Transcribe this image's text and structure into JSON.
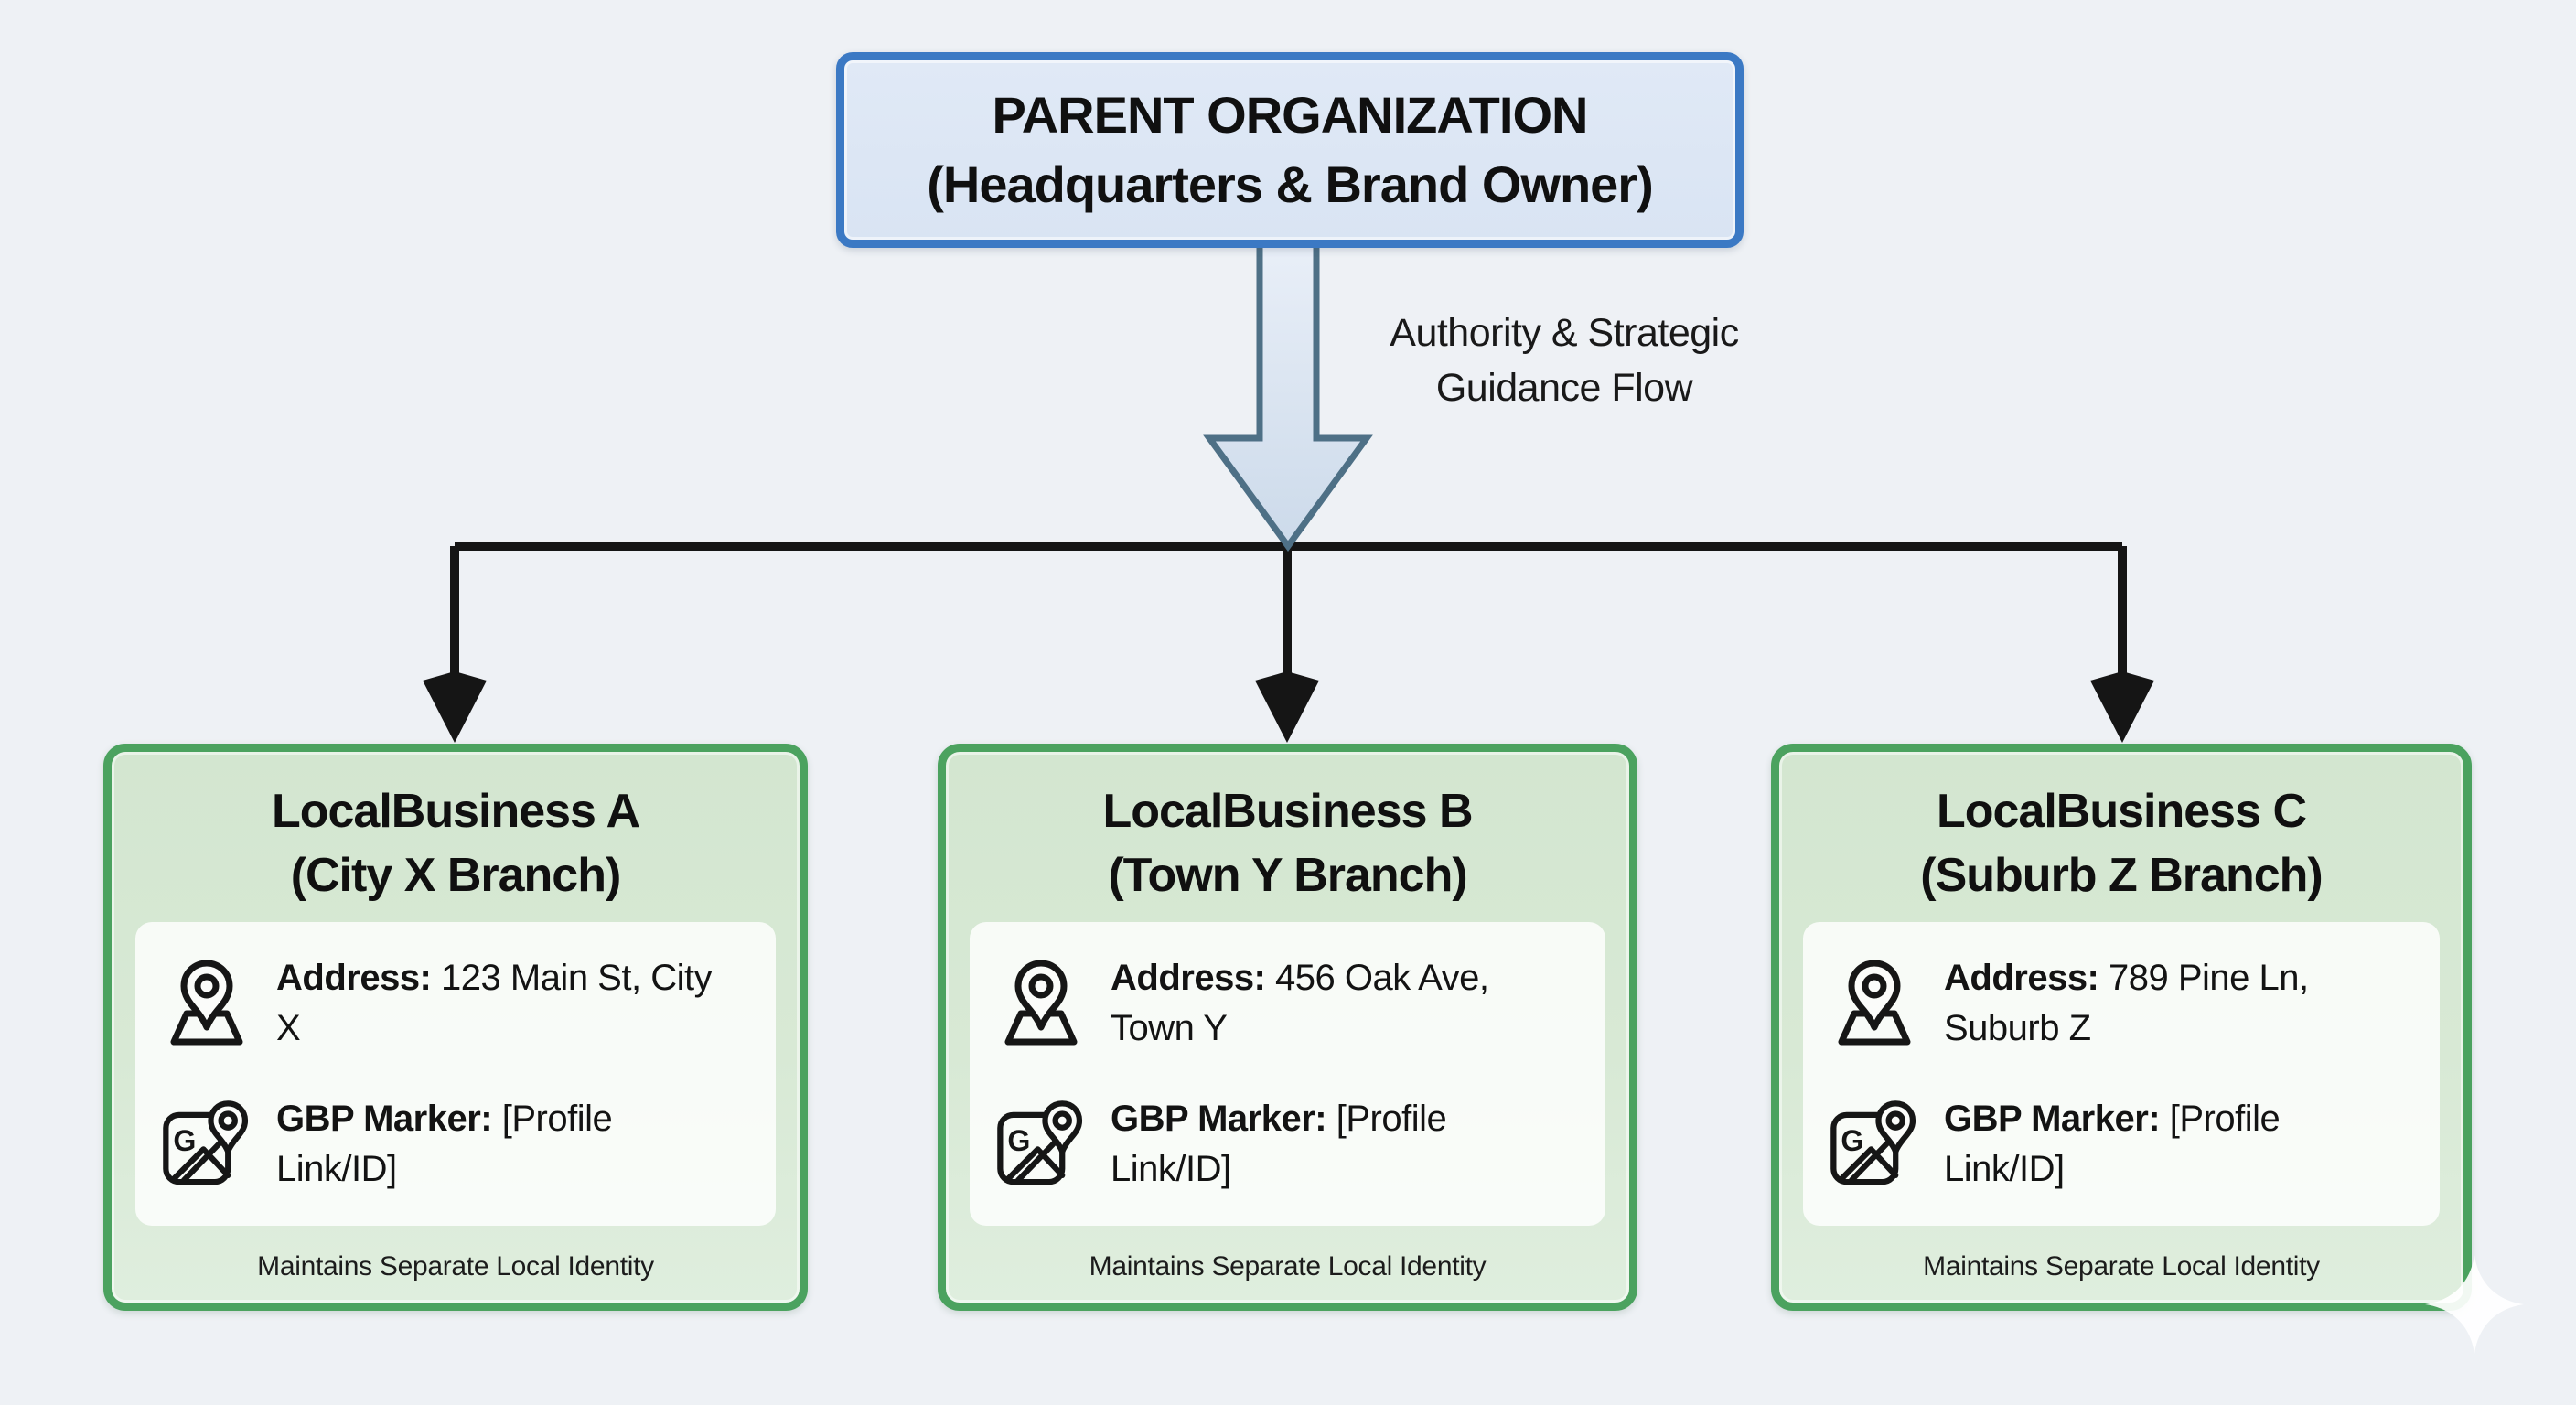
{
  "page": {
    "background_color": "#eef1f5",
    "accent_blue": "#3b79c4",
    "accent_green": "#4ba25f",
    "connector_color": "#151515",
    "arrow_fill": "#dde6f3",
    "arrow_stroke": "#4e7086"
  },
  "parent": {
    "title_line1": "PARENT ORGANIZATION",
    "title_line2": "(Headquarters & Brand Owner)"
  },
  "flow": {
    "label_line1": "Authority & Strategic",
    "label_line2": "Guidance Flow"
  },
  "icons": {
    "gbp_glyph": "G"
  },
  "branches": [
    {
      "title_line1": "LocalBusiness A",
      "title_line2": "(City X Branch)",
      "address_label": "Address:",
      "address_value": "123 Main St, City X",
      "gbp_label": "GBP Marker:",
      "gbp_value": "[Profile Link/ID]",
      "footer": "Maintains Separate Local Identity"
    },
    {
      "title_line1": "LocalBusiness B",
      "title_line2": "(Town Y Branch)",
      "address_label": "Address:",
      "address_value": "456 Oak Ave, Town Y",
      "gbp_label": "GBP Marker:",
      "gbp_value": "[Profile Link/ID]",
      "footer": "Maintains Separate Local Identity"
    },
    {
      "title_line1": "LocalBusiness C",
      "title_line2": "(Suburb Z Branch)",
      "address_label": "Address:",
      "address_value": "789 Pine Ln, Suburb Z",
      "gbp_label": "GBP Marker:",
      "gbp_value": "[Profile Link/ID]",
      "footer": "Maintains Separate Local Identity"
    }
  ]
}
